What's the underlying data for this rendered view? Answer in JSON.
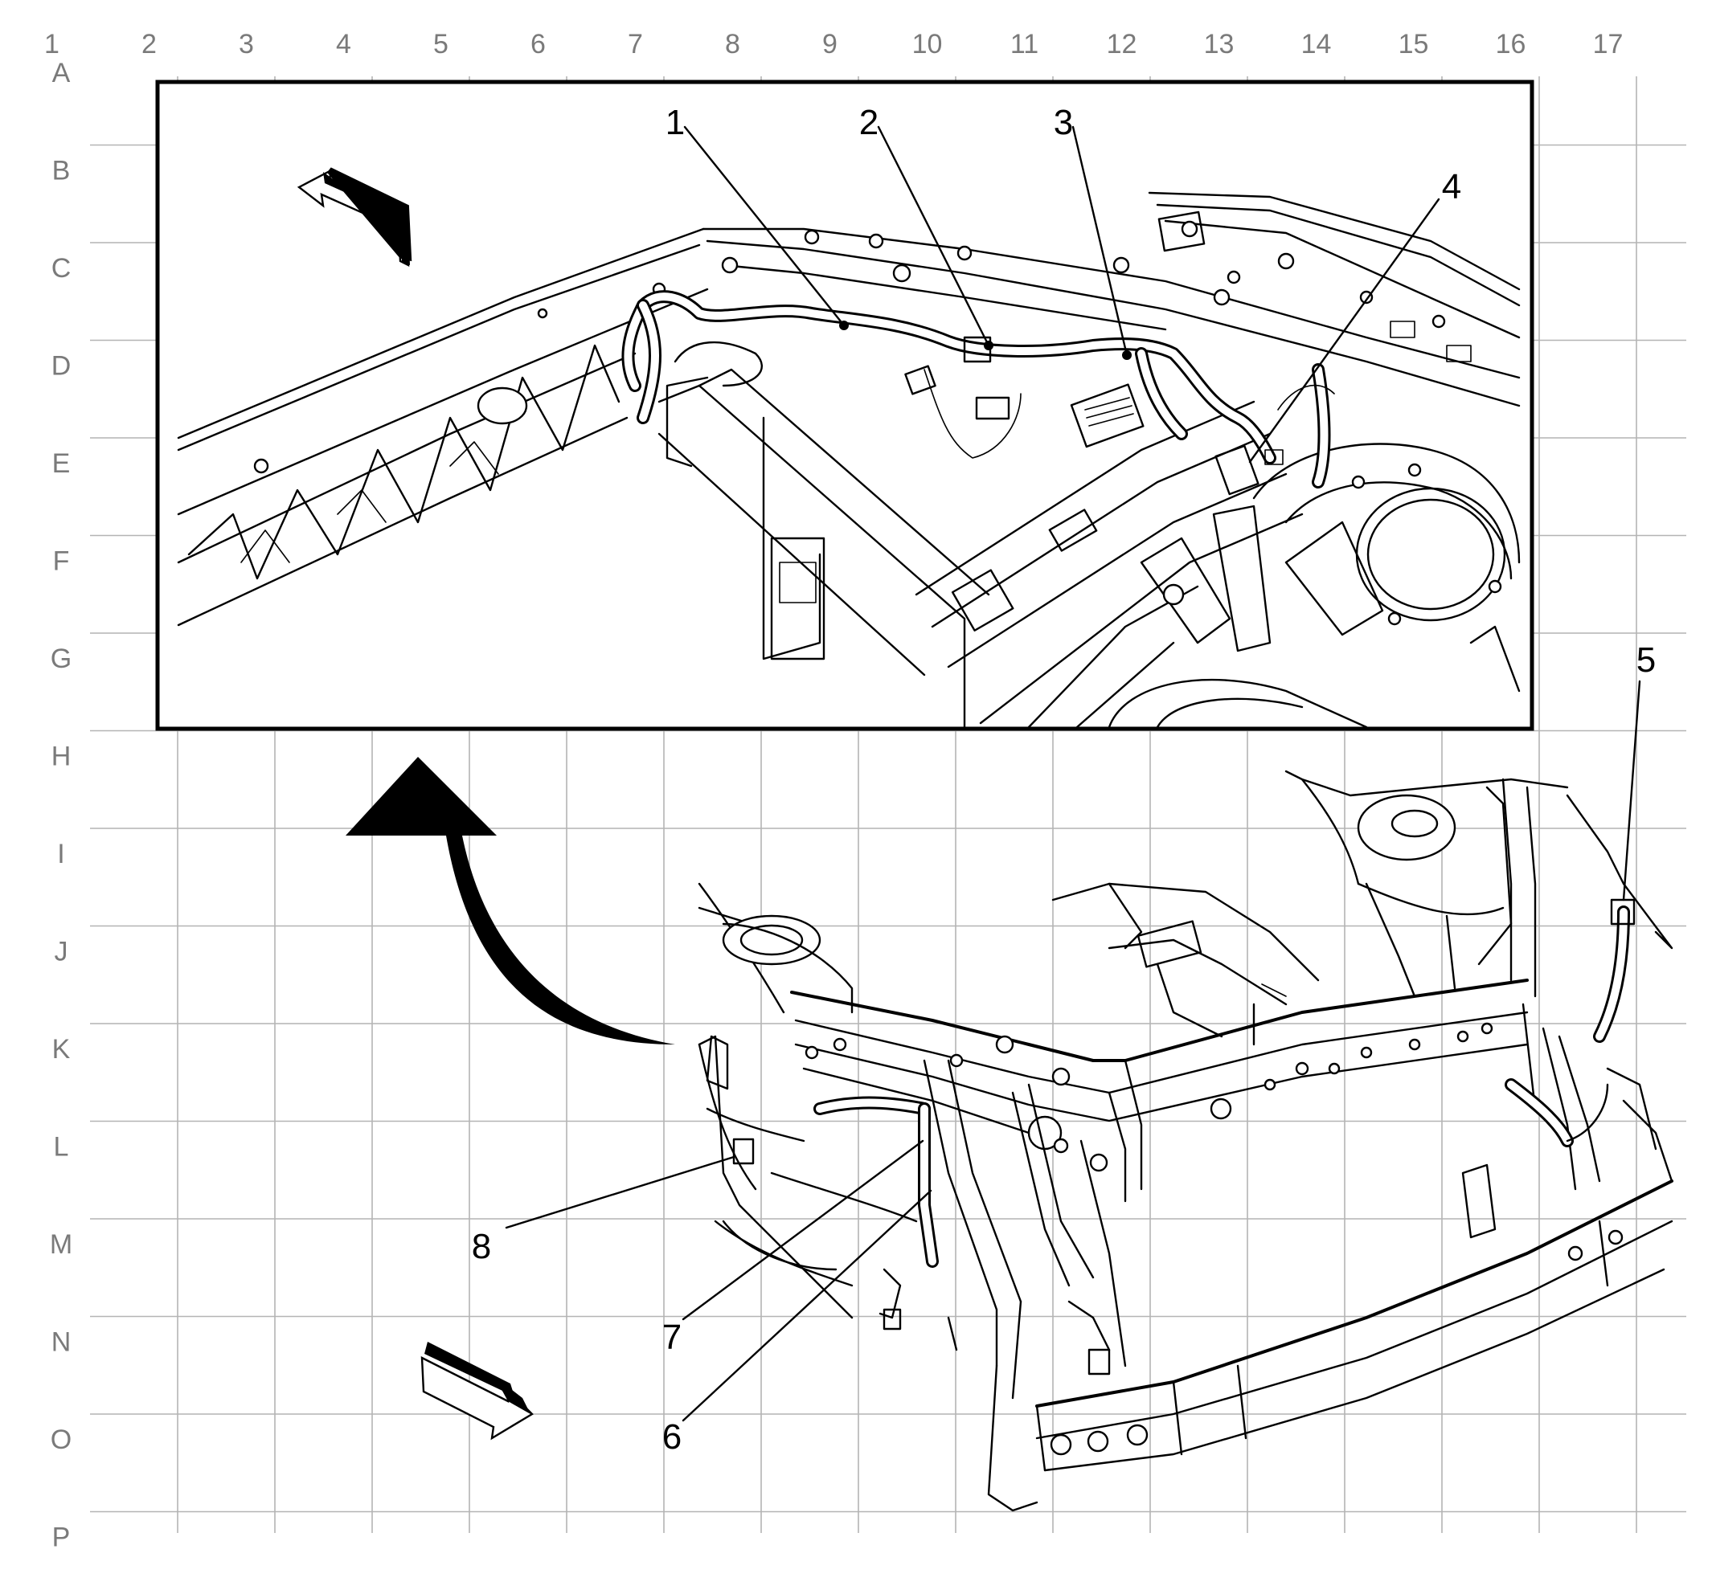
{
  "grid": {
    "columns": [
      "1",
      "2",
      "3",
      "4",
      "5",
      "6",
      "7",
      "8",
      "9",
      "10",
      "11",
      "12",
      "13",
      "14",
      "15",
      "16",
      "17"
    ],
    "rows": [
      "A",
      "B",
      "C",
      "D",
      "E",
      "F",
      "G",
      "H",
      "I",
      "J",
      "K",
      "L",
      "M",
      "N",
      "O",
      "P"
    ]
  },
  "callouts": [
    {
      "id": "callout-1",
      "label": "1"
    },
    {
      "id": "callout-2",
      "label": "2"
    },
    {
      "id": "callout-3",
      "label": "3"
    },
    {
      "id": "callout-4",
      "label": "4"
    },
    {
      "id": "callout-5",
      "label": "5"
    },
    {
      "id": "callout-6",
      "label": "6"
    },
    {
      "id": "callout-7",
      "label": "7"
    },
    {
      "id": "callout-8",
      "label": "8"
    }
  ],
  "icons": {
    "front_direction_inset": "front-direction-arrow-icon",
    "front_direction_main": "front-direction-arrow-icon",
    "detail_view_curved": "curved-detail-arrow-icon"
  },
  "colors": {
    "line": "#000000",
    "grid": "#b4b4b4",
    "grid_label": "#7a7a7a",
    "background": "#ffffff"
  }
}
